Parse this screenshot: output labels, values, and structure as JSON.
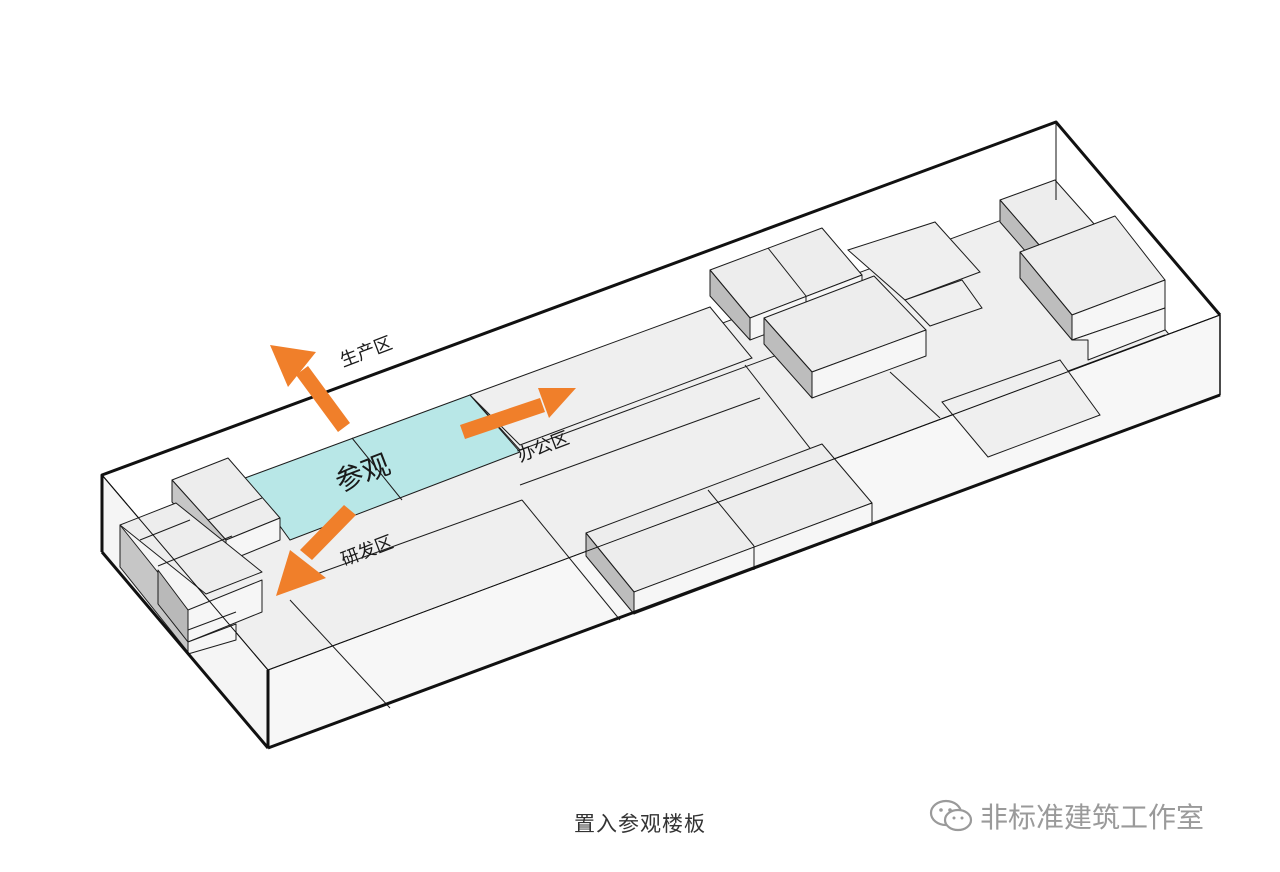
{
  "labels": {
    "production": "生产区",
    "visit": "参观",
    "office": "办公区",
    "rnd": "研发区"
  },
  "caption": "置入参观楼板",
  "watermark": "非标准建筑工作室",
  "colors": {
    "visit_slab": "#b8e7e7",
    "arrow": "#f07f2a",
    "box_top": "#ededed",
    "box_front": "#f8f8f8",
    "box_side": "#bdbdbd",
    "floor": "#efefef",
    "line": "#1c1c1c"
  },
  "icons": [
    "wechat-icon"
  ]
}
